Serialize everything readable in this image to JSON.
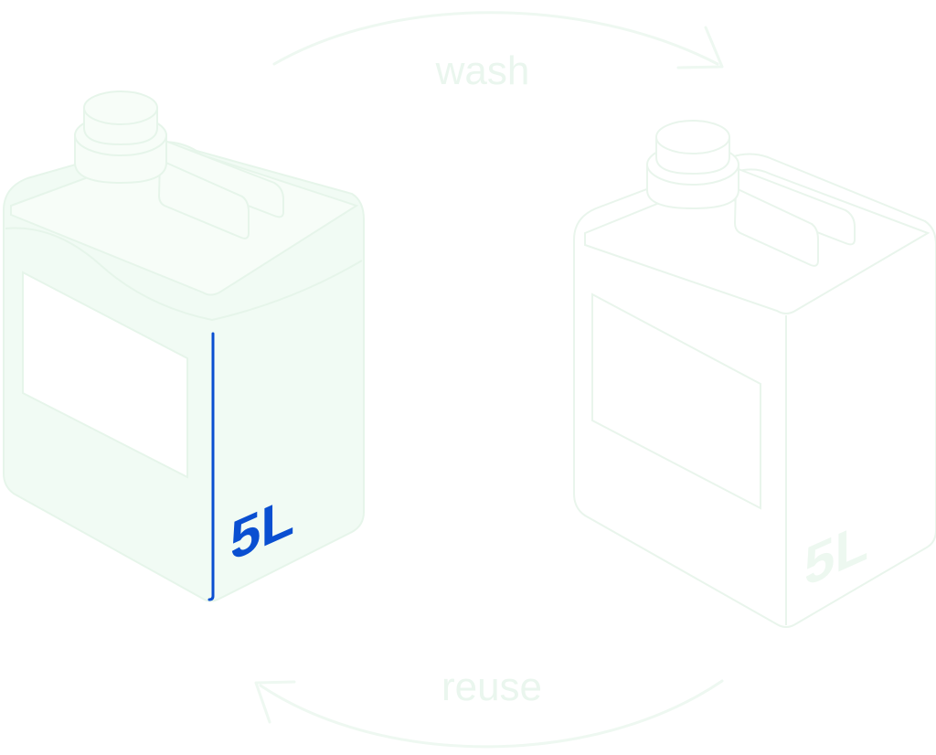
{
  "cycle": {
    "top_label": "wash",
    "bottom_label": "reuse"
  },
  "containers": [
    {
      "state": "filled",
      "volume_label": "5L",
      "fill_color": "#f1fbf4",
      "outline_color": "#e6f5ea",
      "label_color": "#0a4fd1",
      "edge_highlight_color": "#0a4fd1"
    },
    {
      "state": "empty",
      "volume_label": "5L",
      "fill_color": "#ffffff",
      "outline_color": "#e9f5ec",
      "label_color": "#edf8f0"
    }
  ],
  "colors": {
    "background": "#ffffff",
    "cycle_arrow": "#eef8f1",
    "cycle_text": "#eaf6ee"
  },
  "icons": {
    "top_arrow": "curved-arrow-right-icon",
    "bottom_arrow": "curved-arrow-left-icon"
  }
}
